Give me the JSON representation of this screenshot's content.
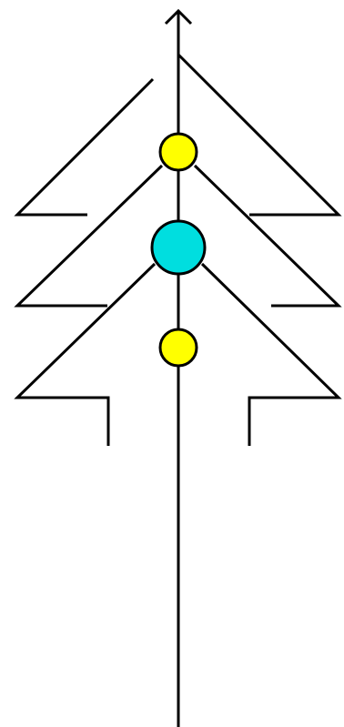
{
  "diagram": {
    "kind": "stylized tree glyph",
    "colors": {
      "stroke": "#000000",
      "background": "#ffffff",
      "ornament_small": "#ffff00",
      "ornament_large": "#00dedf"
    },
    "ornaments": [
      {
        "name": "top-ornament",
        "color_key": "ornament_small",
        "size": "small"
      },
      {
        "name": "middle-ornament",
        "color_key": "ornament_large",
        "size": "large"
      },
      {
        "name": "bottom-ornament",
        "color_key": "ornament_small",
        "size": "small"
      }
    ]
  }
}
